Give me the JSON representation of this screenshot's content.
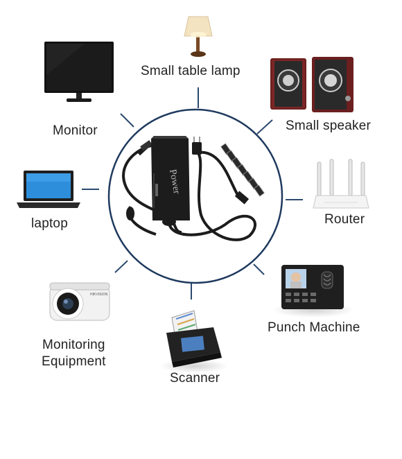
{
  "hub": {
    "adapter_brand": "Power"
  },
  "devices": {
    "lamp": "Small table lamp",
    "speaker": "Small speaker",
    "router": "Router",
    "punch": "Punch Machine",
    "scanner": "Scanner",
    "monitoring_line1": "Monitoring",
    "monitoring_line2": "Equipment",
    "laptop": "laptop",
    "monitor": "Monitor"
  },
  "colors": {
    "circle": "#1f3a5f",
    "connector": "#2b4a6e",
    "adapter": "#1c1c1c"
  }
}
